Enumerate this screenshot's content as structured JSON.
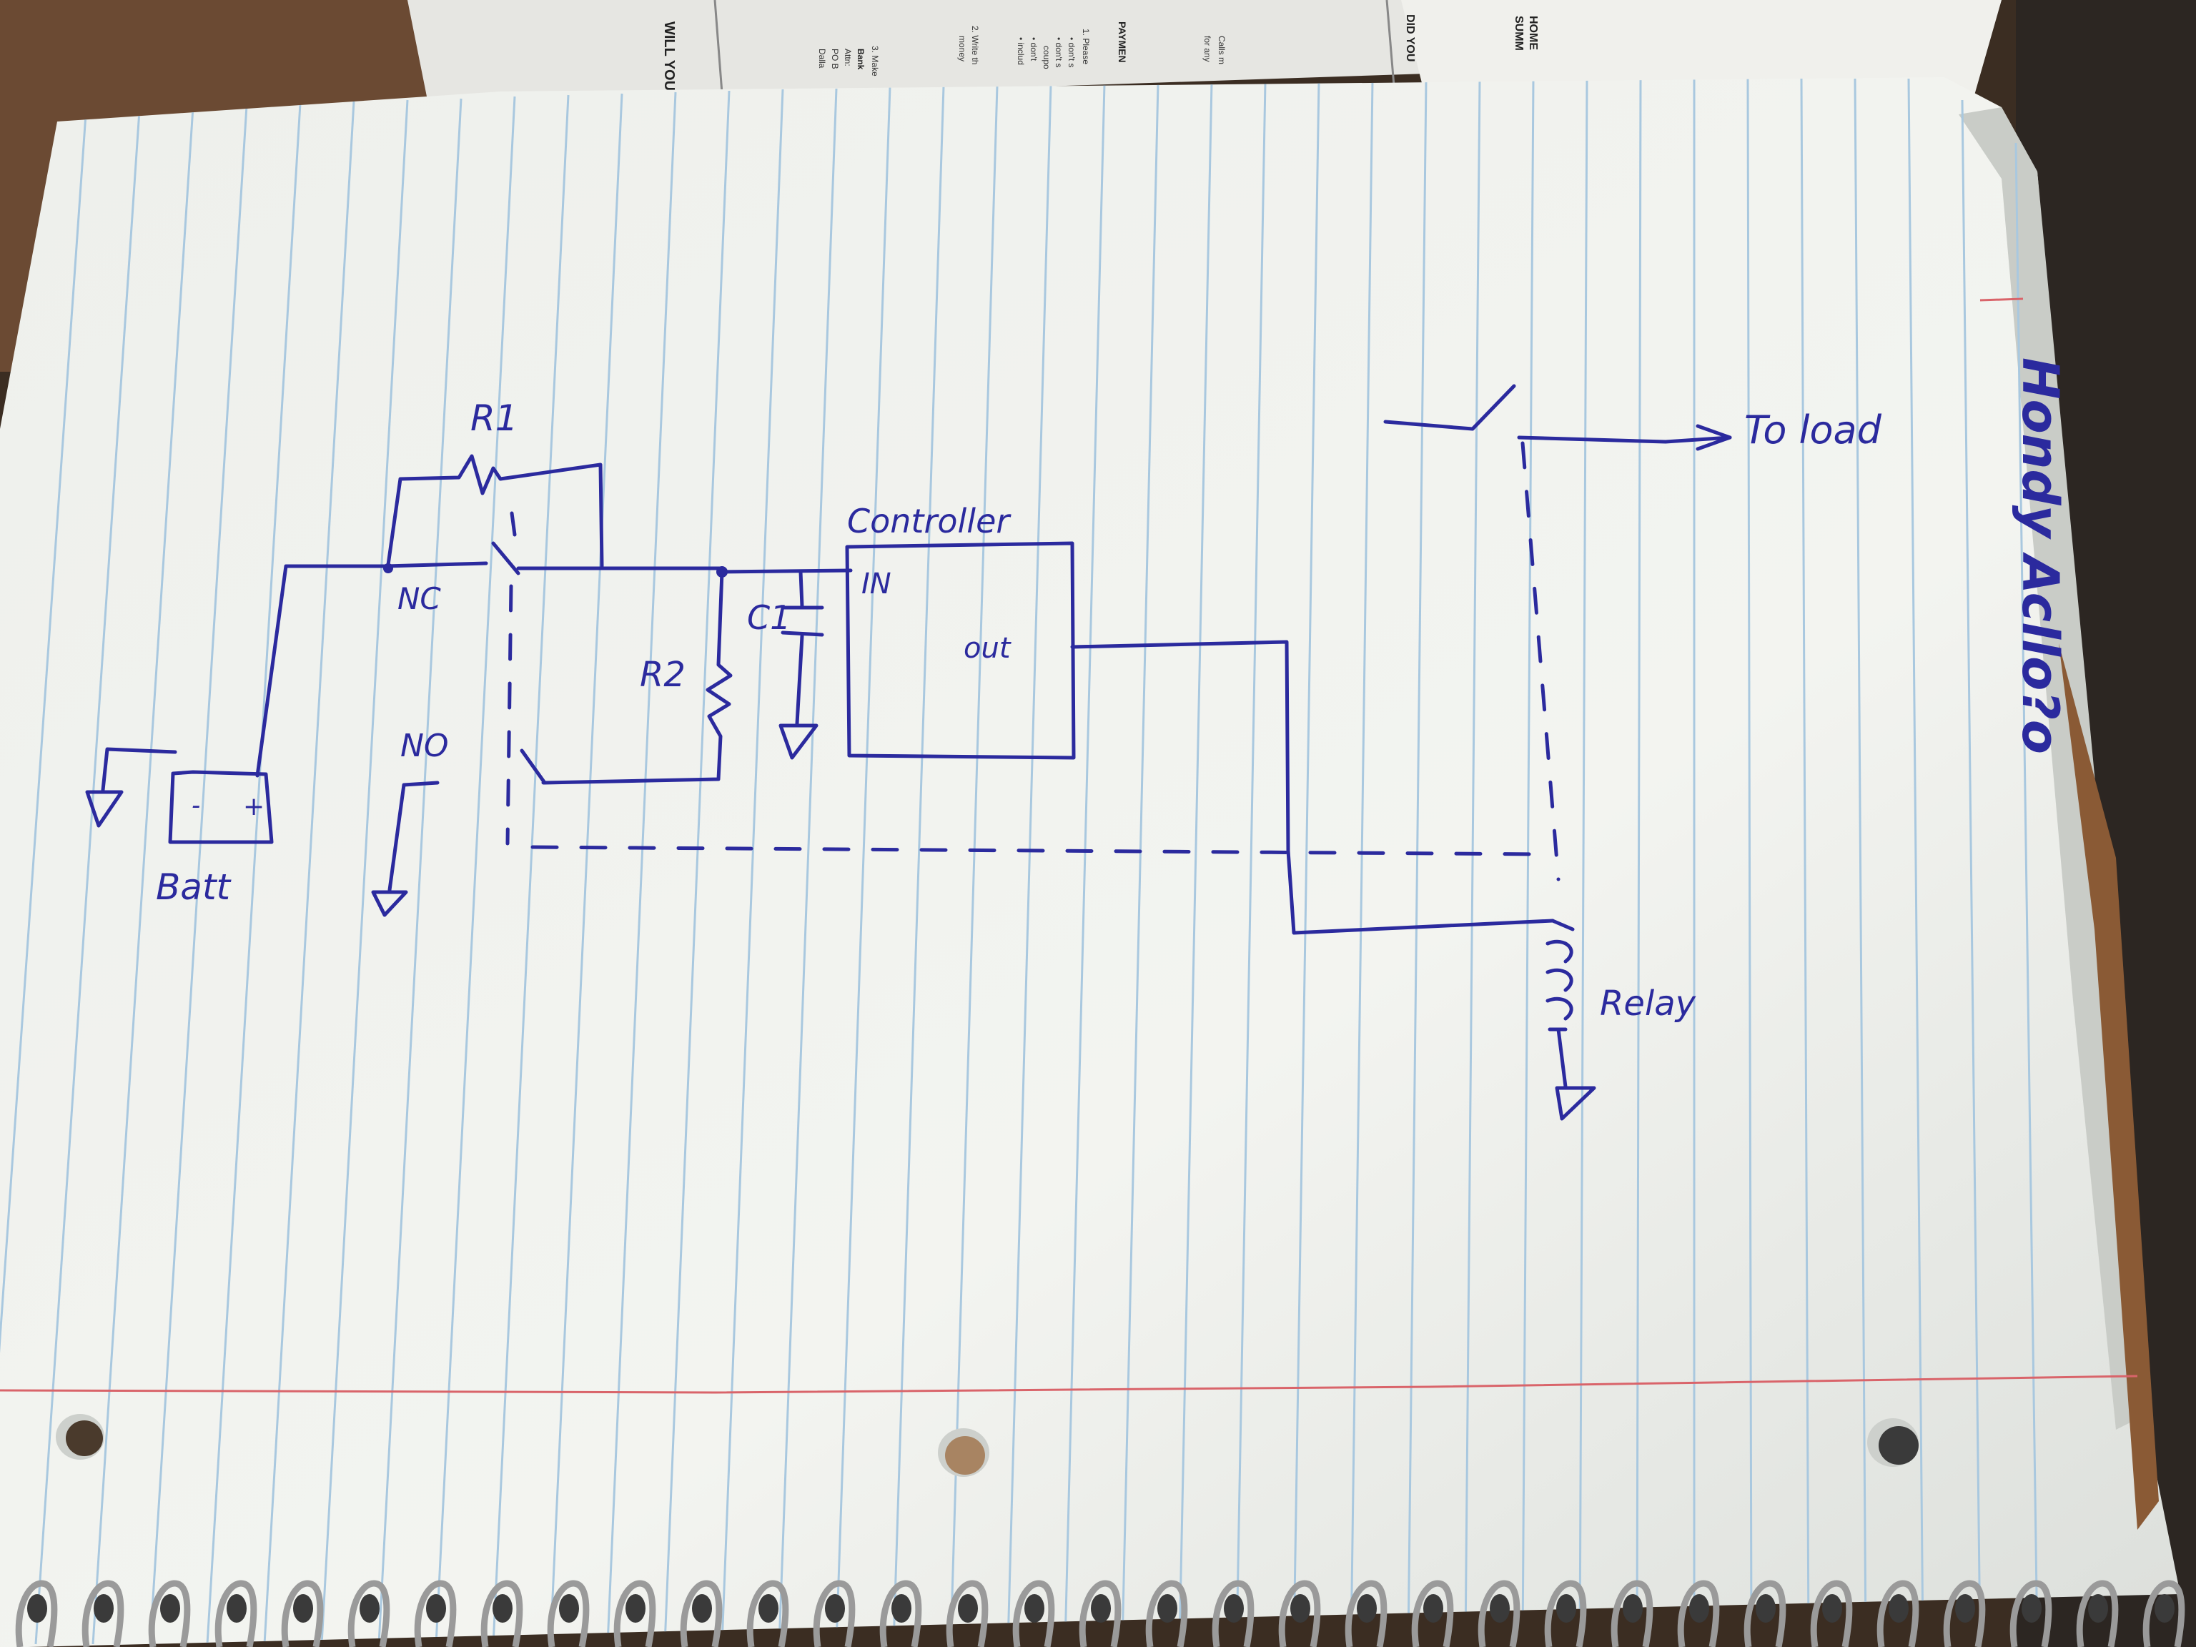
{
  "labels": {
    "r1": "R1",
    "nc": "NC",
    "no": "NO",
    "r2": "R2",
    "c1": "C1",
    "controller": "Controller",
    "in": "IN",
    "out": "out",
    "batt": "Batt",
    "batt_minus": "-",
    "batt_plus": "+",
    "to_load": "To load",
    "relay": "Relay",
    "side_note": "Hondy Acllo?o"
  },
  "documents": {
    "sheet1_lines": [
      "PAYMEN",
      "1. Please",
      "• don't s",
      "• don't s",
      "coupo",
      "• don't",
      "• includ",
      "2. Write th",
      "money",
      "3. Make",
      "Bank",
      "Attn:",
      "PO B",
      "Dalla"
    ],
    "sheet2_lines": [
      "DID YOU",
      "HOME",
      "SUMM",
      "Calls m",
      "for any"
    ],
    "sheet3_lines": [
      "WILL YOU"
    ]
  },
  "colors": {
    "ink": "#2b2a9e",
    "paper": "#f4f5f0",
    "rule_line": "#a9c8df",
    "margin_line": "#d9646a",
    "table": "#3b2d22"
  }
}
